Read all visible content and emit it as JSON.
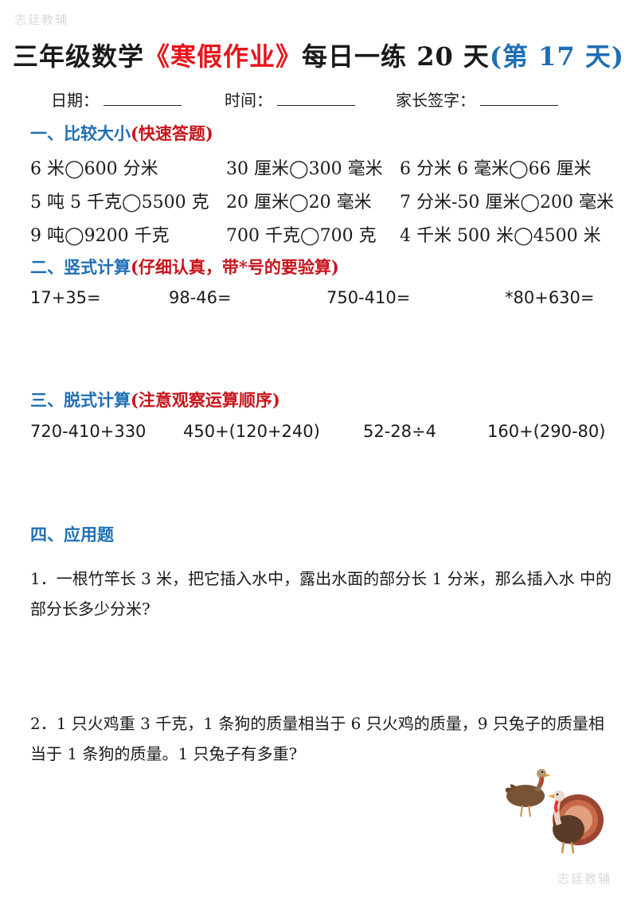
{
  "watermark": {
    "text": "志廷教辅"
  },
  "title": {
    "prefix": "三年级数学",
    "highlight": "《寒假作业》",
    "middle": "每日一练 20 天",
    "day": "(第 17 天)"
  },
  "header_fields": {
    "date_label": "日期：",
    "time_label": "时间：",
    "signature_label": "家长签字："
  },
  "sections": {
    "compare": {
      "heading": "一、比较大小",
      "note": "(快速答题)",
      "rows": [
        [
          "6 米◯600 分米",
          "30 厘米◯300 毫米",
          "6 分米 6 毫米◯66 厘米"
        ],
        [
          "5 吨 5 千克◯5500 克",
          "20 厘米◯20 毫米",
          "7 分米-50 厘米◯200 毫米"
        ],
        [
          "9 吨◯9200 千克",
          "700 千克◯700 克",
          "4 千米 500 米◯4500 米"
        ]
      ]
    },
    "vertical": {
      "heading": "二、竖式计算",
      "note": "(仔细认真，带*号的要验算)",
      "items": [
        "17+35=",
        "98-46=",
        "750-410=",
        "*80+630="
      ]
    },
    "expression": {
      "heading": "三、脱式计算",
      "note": "(注意观察运算顺序)",
      "items": [
        "720-410+330",
        "450+(120+240)",
        "52-28÷4",
        "160+(290-80)"
      ]
    },
    "application": {
      "heading": "四、应用题",
      "problems": [
        "1．一根竹竿长 3 米，把它插入水中，露出水面的部分长 1 分米，那么插入水 中的部分长多少分米?",
        "2．1 只火鸡重 3 千克，1 条狗的质量相当于 6 只火鸡的质量，9 只兔子的质量相当于 1 条狗的质量。1 只兔子有多重?"
      ]
    }
  },
  "illustration": {
    "subject": "two-turkeys"
  }
}
